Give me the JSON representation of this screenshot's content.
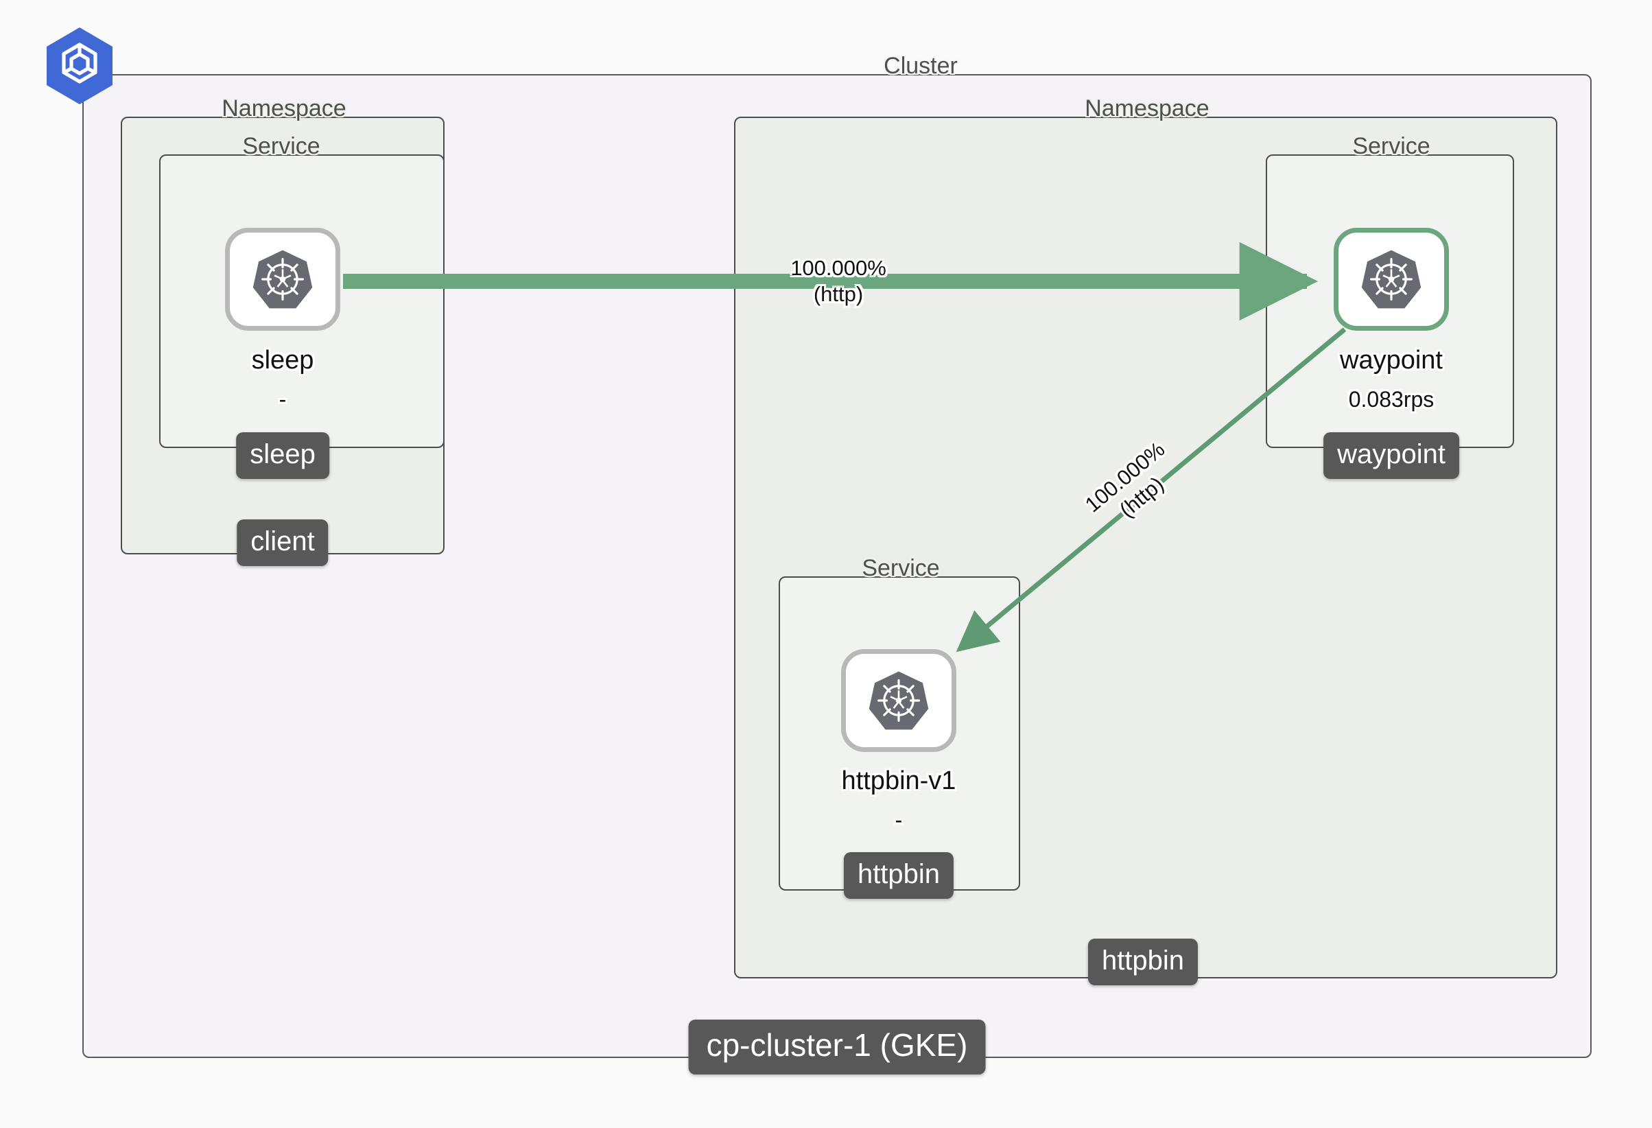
{
  "canvas": {
    "background_color": "#fafafa",
    "cluster_fill": "#f5f3f7",
    "namespace_fill": "#eceeea",
    "service_fill": "#f1f3f0",
    "edge_color": "#6ba67f",
    "badge_color": "#585858",
    "cluster_icon_color": "#4169d6"
  },
  "cluster": {
    "title": "Cluster",
    "badge": "cp-cluster-1 (GKE)",
    "icon": "cluster-hexagon-icon"
  },
  "namespaces": [
    {
      "id": "ns-left",
      "title": "Namespace",
      "badge": "client",
      "services": [
        {
          "id": "svc-sleep",
          "title": "Service",
          "badge": "sleep",
          "node": {
            "icon": "kubernetes-icon",
            "label": "sleep",
            "sub": "-",
            "selected": false
          }
        }
      ]
    },
    {
      "id": "ns-right",
      "title": "Namespace",
      "badge": "httpbin",
      "services": [
        {
          "id": "svc-waypoint",
          "title": "Service",
          "badge": "waypoint",
          "node": {
            "icon": "kubernetes-icon",
            "label": "waypoint",
            "sub": "0.083rps",
            "selected": true
          }
        },
        {
          "id": "svc-httpbin",
          "title": "Service",
          "badge": "httpbin",
          "node": {
            "icon": "kubernetes-icon",
            "label": "httpbin-v1",
            "sub": "-",
            "selected": false
          }
        }
      ]
    }
  ],
  "edges": [
    {
      "id": "edge-sleep-waypoint",
      "from": "sleep",
      "to": "waypoint",
      "percent": "100.000%",
      "protocol": "(http)",
      "weight": "thick"
    },
    {
      "id": "edge-waypoint-httpbin",
      "from": "waypoint",
      "to": "httpbin-v1",
      "percent": "100.000%",
      "protocol": "(http)",
      "weight": "thin"
    }
  ]
}
